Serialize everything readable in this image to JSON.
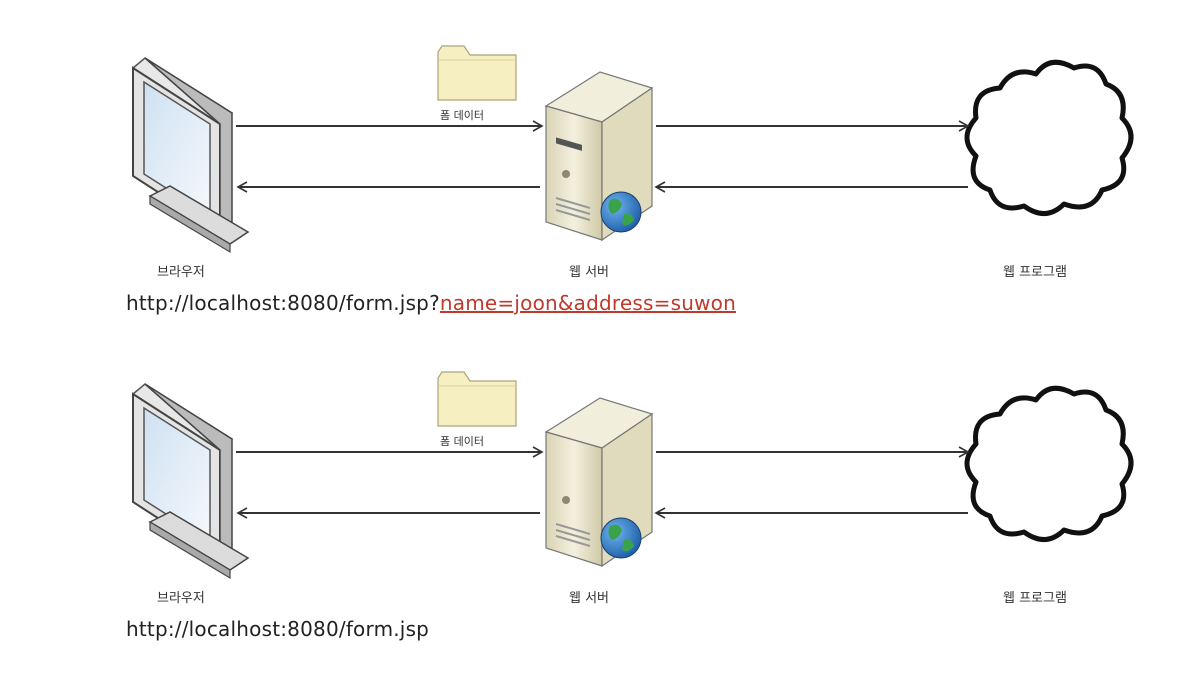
{
  "colors": {
    "query_string": "#c0392b",
    "arrow": "#333333",
    "folder": "#f6efc2"
  },
  "panels": [
    {
      "labels": {
        "browser": "브라우저",
        "server": "웹 서버",
        "program": "웹 프로그램",
        "form_data": "폼 데이터"
      },
      "url_base": "http://localhost:8080/form.jsp?",
      "url_query": "name=joon&address=suwon"
    },
    {
      "labels": {
        "browser": "브라우저",
        "server": "웹 서버",
        "program": "웹 프로그램",
        "form_data": "폼 데이터"
      },
      "url_base": "http://localhost:8080/form.jsp",
      "url_query": ""
    }
  ],
  "icons": [
    "monitor-icon",
    "folder-icon",
    "server-icon",
    "globe-icon",
    "cloud-icon"
  ]
}
